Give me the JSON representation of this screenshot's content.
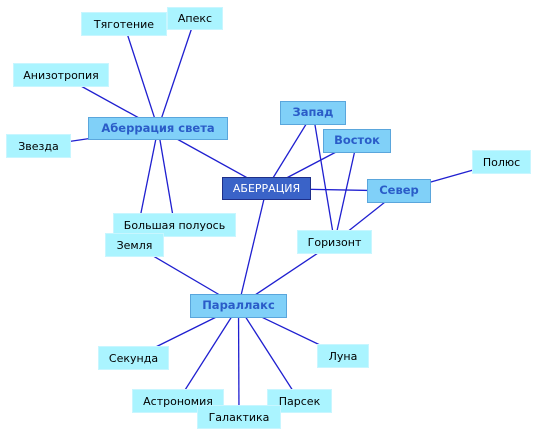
{
  "diagram": {
    "colors": {
      "edge": "#1f1fd0",
      "leaf_fill": "#aaf4ff",
      "hub_fill": "#80d0f8",
      "hub_text": "#2a5cc8",
      "root_fill": "#3a63c8",
      "root_text": "#ffffff"
    },
    "nodes": {
      "aberration_light": "Аберрация света",
      "aberration": "АБЕРРАЦИЯ",
      "west": "Запад",
      "east": "Восток",
      "north": "Север",
      "parallax": "Параллакс",
      "gravitation": "Тяготение",
      "apex": "Апекс",
      "anisotropy": "Анизотропия",
      "star": "Звезда",
      "semimajor": "Большая полуось",
      "earth": "Земля",
      "horizon": "Горизонт",
      "pole": "Полюс",
      "second": "Секунда",
      "moon": "Луна",
      "astronomy": "Астрономия",
      "parsec": "Парсек",
      "galaxy": "Галактика"
    },
    "edges": [
      [
        "aberration_light",
        "aberration"
      ],
      [
        "aberration_light",
        "gravitation"
      ],
      [
        "aberration_light",
        "apex"
      ],
      [
        "aberration_light",
        "anisotropy"
      ],
      [
        "aberration_light",
        "star"
      ],
      [
        "aberration_light",
        "earth"
      ],
      [
        "aberration_light",
        "semimajor"
      ],
      [
        "aberration",
        "west"
      ],
      [
        "aberration",
        "east"
      ],
      [
        "aberration",
        "north"
      ],
      [
        "aberration",
        "parallax"
      ],
      [
        "west",
        "horizon"
      ],
      [
        "east",
        "horizon"
      ],
      [
        "north",
        "horizon"
      ],
      [
        "north",
        "pole"
      ],
      [
        "parallax",
        "earth"
      ],
      [
        "parallax",
        "horizon"
      ],
      [
        "parallax",
        "second"
      ],
      [
        "parallax",
        "moon"
      ],
      [
        "parallax",
        "astronomy"
      ],
      [
        "parallax",
        "parsec"
      ],
      [
        "parallax",
        "galaxy"
      ]
    ]
  }
}
